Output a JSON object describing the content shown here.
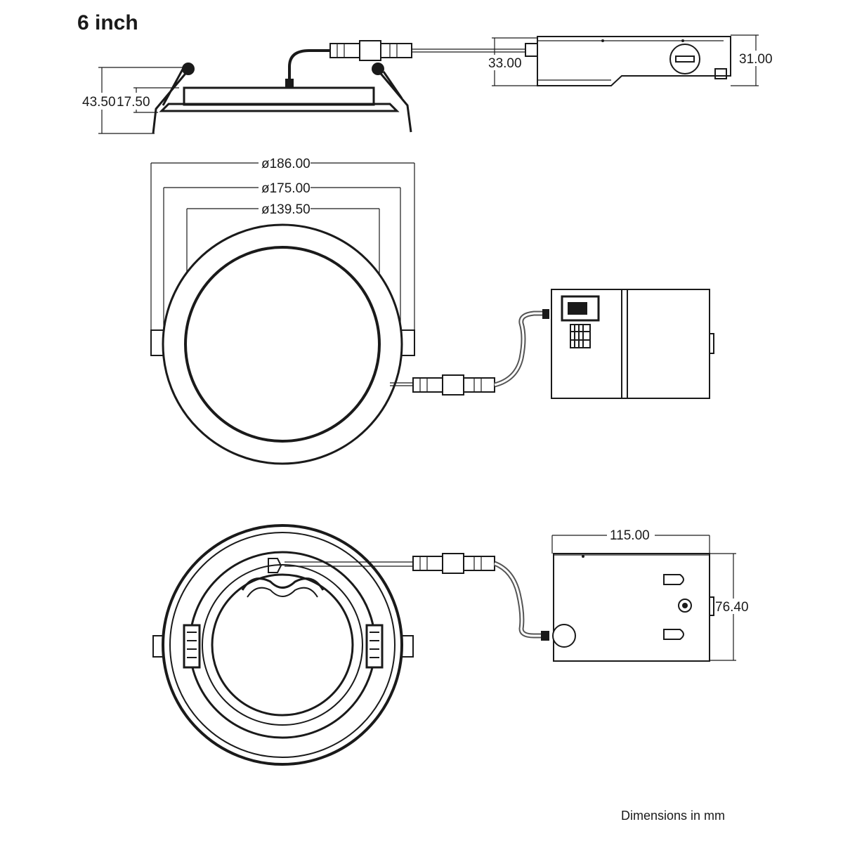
{
  "title": "6 inch",
  "note": "Dimensions in mm",
  "side_view": {
    "total_height": "43.50",
    "trim_height": "17.50",
    "driver_depth": "33.00",
    "driver_height": "31.00"
  },
  "front_view": {
    "diameter_outer": "ø186.00",
    "diameter_cutout": "ø175.00",
    "diameter_inner": "ø139.50"
  },
  "rear_view": {
    "driver_length": "115.00",
    "driver_width": "76.40"
  }
}
